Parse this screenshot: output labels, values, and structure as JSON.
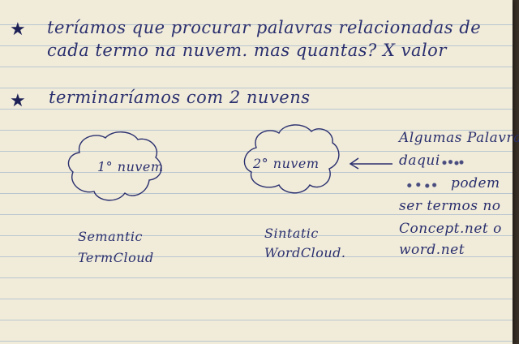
{
  "notes": {
    "bullet_symbol": "★",
    "line1a": "teríamos que procurar palavras relacionadas de",
    "line1b": "cada termo na nuvem.  mas quantas?  X valor",
    "line2": "terminaríamos com 2 nuvens"
  },
  "clouds": {
    "first_label": "1° nuvem",
    "second_label": "2° nuvem",
    "first_caption_a": "Semantic",
    "first_caption_b": "TermCloud",
    "second_caption_a": "Sintatic",
    "second_caption_b": "WordCloud."
  },
  "side_note": {
    "l1": "Algumas Palavras",
    "l2": "daqui",
    "l3": "podem",
    "l4": "ser termos no",
    "l5": "Concept.net o",
    "l6": "word.net"
  },
  "colors": {
    "paper": "#f1ecda",
    "rule": "#b9c6cf",
    "ink": "#2a2f6e"
  }
}
